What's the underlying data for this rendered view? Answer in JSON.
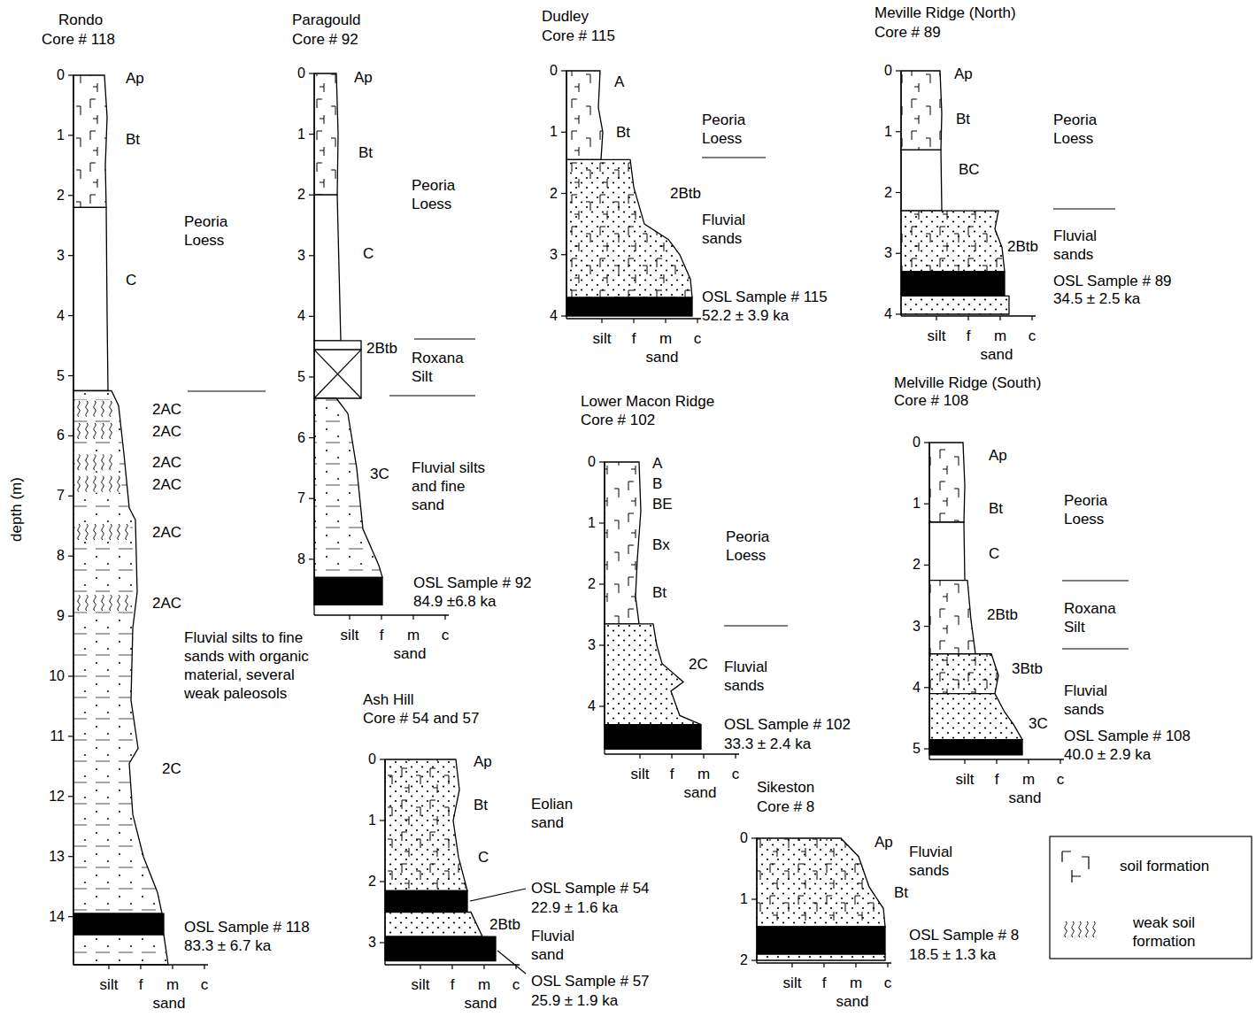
{
  "diagram": {
    "labels": [
      "depth (m)",
      "Rondo",
      "Core # 118",
      "0",
      "1",
      "2",
      "3",
      "4",
      "5",
      "6",
      "7",
      "8",
      "9",
      "10",
      "11",
      "12",
      "13",
      "14",
      "silt",
      "f",
      "m",
      "c",
      "sand",
      "Ap",
      "Bt",
      "C",
      "2AC",
      "2AC",
      "2AC",
      "2AC",
      "2AC",
      "2AC",
      "2C",
      "Peoria Loess",
      "Fluvial silts to fine sands with organic material, several weak paleosols",
      "OSL Sample # 118",
      "83.3 ± 6.7 ka",
      "Paragould",
      "Core # 92",
      "0",
      "1",
      "2",
      "3",
      "4",
      "5",
      "6",
      "7",
      "8",
      "silt",
      "f",
      "m",
      "c",
      "sand",
      "Ap",
      "Bt",
      "C",
      "2Btb",
      "3C",
      "Peoria Loess",
      "Roxana Silt",
      "Fluvial silts and fine sand",
      "OSL Sample # 92",
      "84.9 ±6.8 ka",
      "Dudley",
      "Core # 115",
      "0",
      "1",
      "2",
      "3",
      "4",
      "silt",
      "f",
      "m",
      "c",
      "sand",
      "A",
      "Bt",
      "2Btb",
      "Peoria Loess",
      "Fluvial sands",
      "OSL Sample # 115",
      "52.2 ± 3.9 ka",
      "Meville Ridge (North)",
      "Core # 89",
      "0",
      "1",
      "2",
      "3",
      "4",
      "silt",
      "f",
      "m",
      "c",
      "sand",
      "Ap",
      "Bt",
      "BC",
      "2Btb",
      "Peoria Loess",
      "Fluvial sands",
      "OSL Sample # 89",
      "34.5 ± 2.5 ka",
      "Lower Macon Ridge",
      "Core # 102",
      "0",
      "1",
      "2",
      "3",
      "4",
      "silt",
      "f",
      "m",
      "c",
      "sand",
      "A",
      "B",
      "BE",
      "Bx",
      "Bt",
      "Peoria Loess",
      "2C",
      "Fluvial sands",
      "OSL Sample # 102",
      "33.3 ± 2.4 ka",
      "Melville Ridge (South)",
      "Core # 108",
      "0",
      "1",
      "2",
      "3",
      "4",
      "5",
      "silt",
      "f",
      "m",
      "c",
      "sand",
      "Ap",
      "Bt",
      "C",
      "Peoria Loess",
      "2Btb",
      "Roxana Silt",
      "3Btb",
      "Fluvial sands",
      "3C",
      "OSL Sample # 108",
      "40.0 ± 2.9 ka",
      "Ash Hill",
      "Core # 54 and 57",
      "0",
      "1",
      "2",
      "3",
      "silt",
      "f",
      "m",
      "c",
      "sand",
      "Ap",
      "Bt",
      "C",
      "Eolian sand",
      "OSL Sample # 54",
      "22.9 ± 1.6 ka",
      "2Btb",
      "Fluvial sand",
      "OSL Sample # 57",
      "25.9 ± 1.9 ka",
      "Sikeston",
      "Core # 8",
      "0",
      "1",
      "2",
      "silt",
      "f",
      "m",
      "c",
      "sand",
      "Ap",
      "Bt",
      "Fluvial sands",
      "OSL Sample # 8",
      "18.5 ± 1.3 ka"
    ],
    "legend": [
      {
        "text": "soil formation"
      },
      {
        "text": "weak soil formation"
      }
    ]
  }
}
